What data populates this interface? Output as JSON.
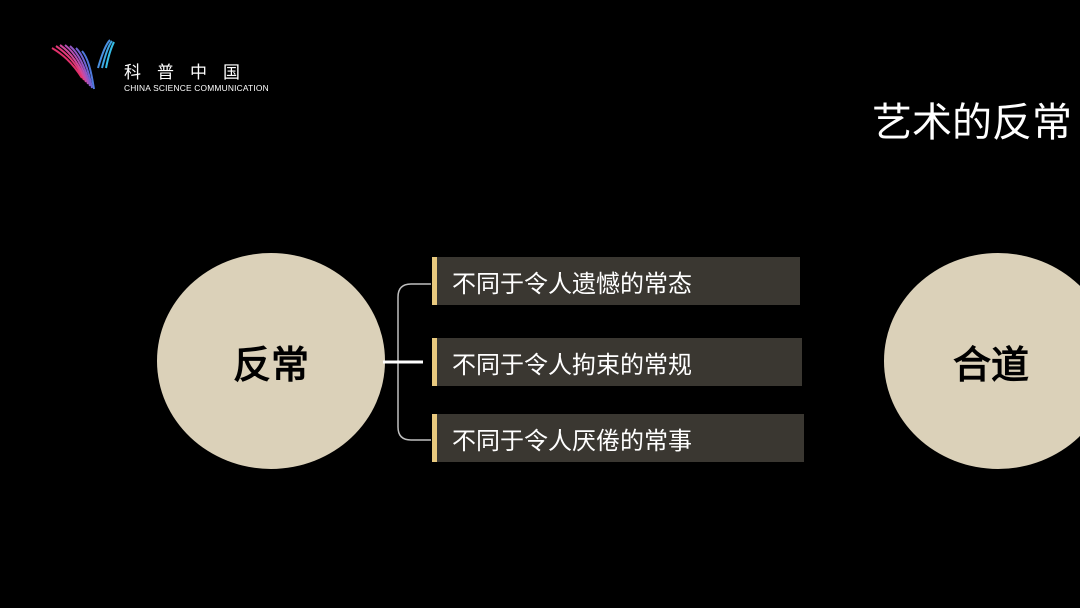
{
  "logo": {
    "cn": "科普中国",
    "en": "CHINA SCIENCE COMMUNICATION"
  },
  "slide": {
    "title": "艺术的反常",
    "left_circle": "反常",
    "right_circle": "合道",
    "items": [
      {
        "text": "不同于令人遗憾的常态"
      },
      {
        "text": "不同于令人拘束的常规"
      },
      {
        "text": "不同于令人厌倦的常事"
      }
    ]
  },
  "colors": {
    "background": "#000000",
    "circle": "#dbd1b9",
    "item_background": "#3a3731",
    "item_accent": "#e8c97e",
    "text": "#ffffff"
  }
}
